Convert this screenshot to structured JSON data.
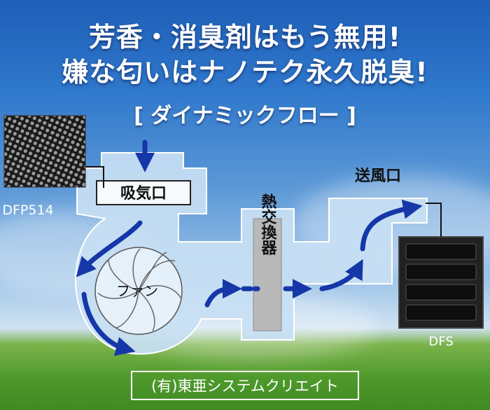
{
  "headline": {
    "line1": "芳香・消臭剤はもう無用!",
    "line2": "嫌な匂いはナノテク永久脱臭!"
  },
  "subtitle": "[ ダイナミックフロー ]",
  "labels": {
    "intake": "吸気口",
    "fan": "ファン",
    "heat_exchanger": "熱交換器",
    "outlet": "送風口",
    "filter_left": "DFP514",
    "filter_right": "DFS"
  },
  "company": "(有)東亜システムクリエイト",
  "colors": {
    "duct": "#c8dff3",
    "duct_border": "#ffffff",
    "arrow": "#1637a8",
    "exchanger": "#b9b9b9"
  }
}
